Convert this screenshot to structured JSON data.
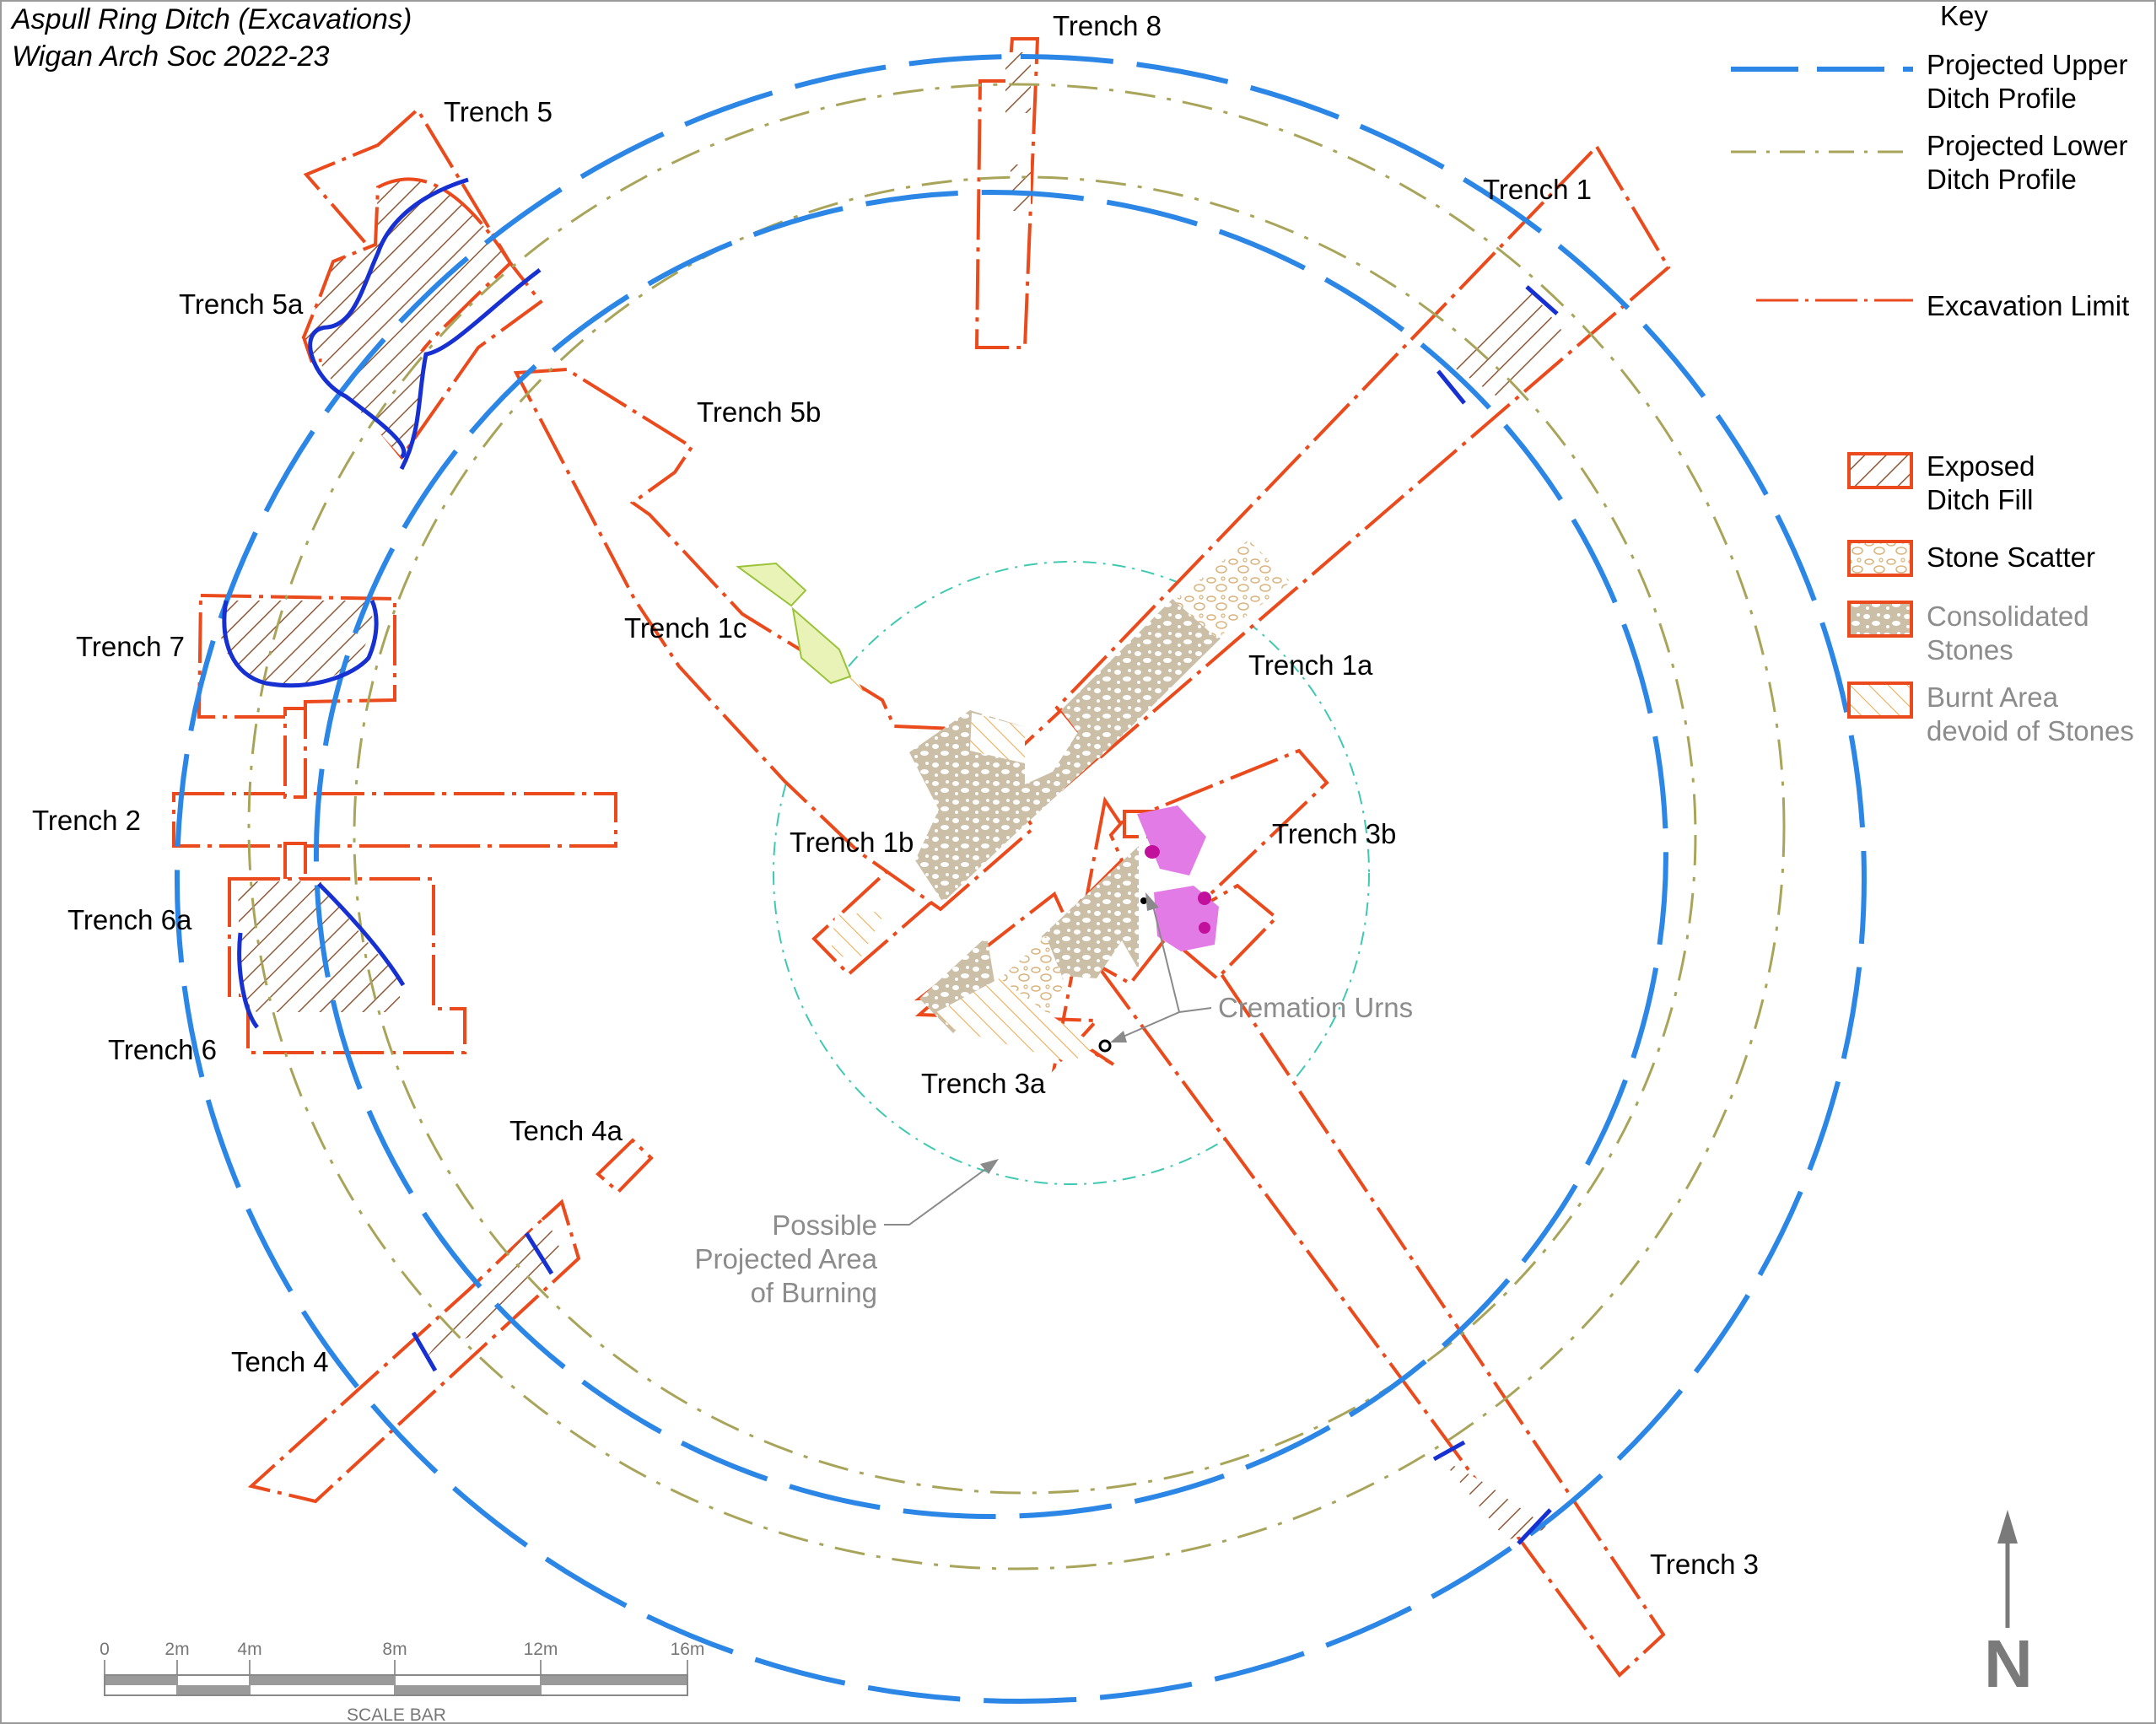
{
  "title": {
    "line1": "Aspull Ring Ditch (Excavations)",
    "line2": "Wigan Arch Soc 2022-23"
  },
  "key": {
    "heading": "Key",
    "upper_1": "Projected Upper",
    "upper_2": "Ditch Profile",
    "lower_1": "Projected Lower",
    "lower_2": "Ditch Profile",
    "limit": "Excavation Limit",
    "fill_1": "Exposed",
    "fill_2": "Ditch Fill",
    "scatter": "Stone Scatter",
    "consolidated_1": "Consolidated",
    "consolidated_2": "Stones",
    "burnt_1": "Burnt Area",
    "burnt_2": "devoid of Stones"
  },
  "trenches": {
    "t1": "Trench 1",
    "t1a": "Trench 1a",
    "t1b": "Trench 1b",
    "t1c": "Trench 1c",
    "t2": "Trench 2",
    "t3": "Trench 3",
    "t3a": "Trench 3a",
    "t3b": "Trench 3b",
    "t4": "Tench 4",
    "t4a": "Tench 4a",
    "t5": "Trench 5",
    "t5a": "Trench 5a",
    "t5b": "Trench 5b",
    "t6": "Trench 6",
    "t6a": "Trench 6a",
    "t7": "Trench 7",
    "t8": "Trench 8"
  },
  "annotations": {
    "urns": "Cremation Urns",
    "burning_1": "Possible",
    "burning_2": "Projected Area",
    "burning_3": "of Burning"
  },
  "scale_bar": {
    "ticks": [
      "0",
      "2m",
      "4m",
      "8m",
      "12m",
      "16m"
    ],
    "caption": "SCALE BAR"
  },
  "north": "N",
  "colors": {
    "upper_ditch": "#2b86e6",
    "lower_ditch": "#a8a55a",
    "excavation_limit": "#ea4a1c",
    "ditch_fill": "#8f5a3a",
    "consolidated": "#cbbfa8",
    "burning_circle": "#3fc9b0",
    "urn_area": "#e27be6"
  }
}
